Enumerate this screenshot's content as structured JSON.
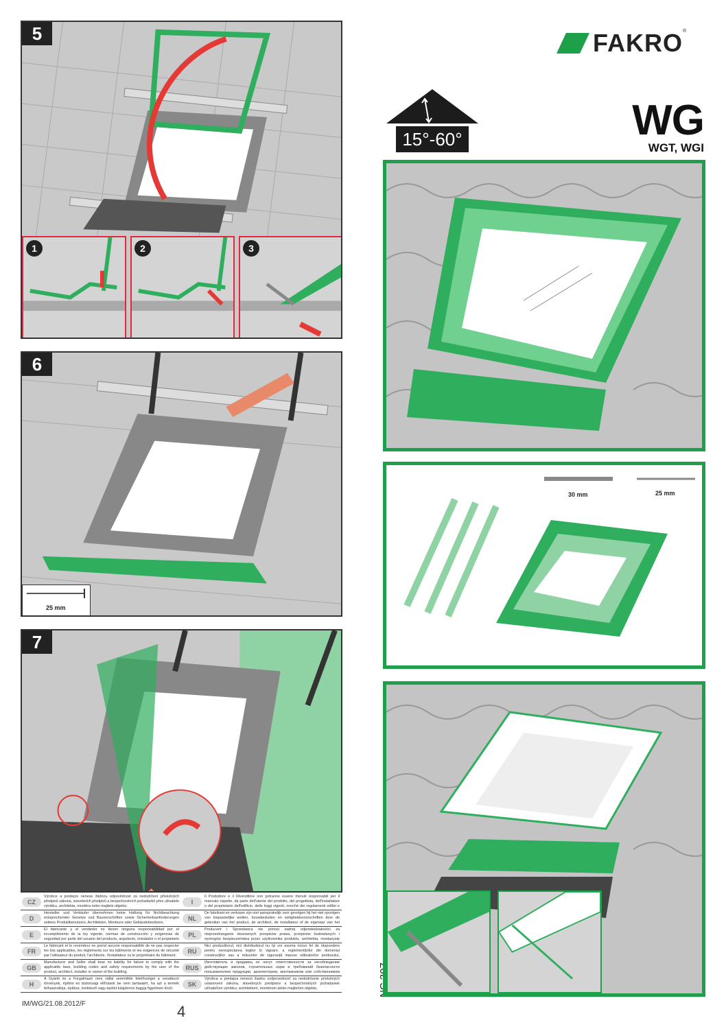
{
  "brand": {
    "logo_text": "FAKRO",
    "registered": "®",
    "accent": "#1ea04a"
  },
  "product": {
    "title": "WG",
    "subtitle": "WGT, WGI"
  },
  "roof_pitch": "15°-60°",
  "steps": [
    {
      "number": "5",
      "substeps": [
        "1",
        "2",
        "3"
      ]
    },
    {
      "number": "6",
      "nail_length": "25 mm"
    },
    {
      "number": "7"
    }
  ],
  "kit": {
    "screw_length": "30 mm",
    "nail_length": "25 mm"
  },
  "disclaimers": [
    [
      {
        "code": "CZ",
        "text": "Výrobce a prodejce nenese žádnou odpovědnost za nedodržení příslušných předpisů zákona, stavebních předpisů a bezpečnostních požadavků přes uživatele výrobku, architekta, montéra nebo majitele objektu."
      },
      {
        "code": "I",
        "text": "Il Produttore e il Rivenditore non potranno essere ritenuti responsabili per il mancato rispetto, da parte dell'utente del prodotto, del progettista, dell'installatore o del proprietario dell'edificio, delle leggi vigenti, nonché dei regolamenti edilizi e dei requisiti di sicurezza."
      }
    ],
    [
      {
        "code": "D",
        "text": "Hersteller und Verkäufer übernehmen keine Haftung für Nichtbeachtung entsprechender Gesetze und Bauvorschriften sowie Sicherheitsanforderungen seitens Produktbenutzers, Architekten, Monteurs oder Gebäudebesitzers."
      },
      {
        "code": "NL",
        "text": "De fabrikant en verkoper zijn niet aansprakelijk voor gevolgen bij het niet opvolgen van toepasselijke wetten, bouwbesluiten en veiligheidsvoorschriften door de gebruiker van het product, de architect, de installateur of de eigenaar van het gebouw."
      }
    ],
    [
      {
        "code": "E",
        "text": "El fabricante y el vendedor no tienen ninguna responsabilidad por el incumplimiento de la ley vigente, normas de construcción y exigencias de seguridad por parte del usuario del producto, arquitecto, instalador o el propietario del edificio."
      },
      {
        "code": "PL",
        "text": "Producent i Sprzedawca nie ponosi żadnej odpowiedzialności za nieprzestrzeganie stosownych przepisów prawa, przepisów budowlanych i wymogów bezpieczeństwa przez użytkownika produktu, architekta, montażystę lub właściciela budynku."
      }
    ],
    [
      {
        "code": "FR",
        "text": "Le fabricant et le revendeur ne prend aucune responsabilité de ne pas respecter les lois applicables, les règlements sur les bâtiments et les exigences de sécurité par l'utilisateur du produit, l'architecte, l'installateur ou le propriétaire du bâtiment."
      },
      {
        "code": "RU",
        "text": "Nici producătorul, nici distribuitorul nu își vor asuma niciun fel de răspundere pentru nerespectarea legilor în vigoare, a reglementărilor din domeniul construcțiilor sau a măsurilor de siguranță impuse utilizatorilor produsului, arhitecților, montatorilor sau proprietarilor clădirii."
      }
    ],
    [
      {
        "code": "GB",
        "text": "Manufacturer and Seller shall bear no liability for failure to comply with the applicable laws, building codes and safety requirements by the user of the product, architect, installer or owner of the building."
      },
      {
        "code": "RUS",
        "text": "Изготовитель и продавец не несут ответственности за несоблюдение действующих законов, строительных норм и требований безопасности пользователем продукции, архитектором, монтажником или собственником здания."
      }
    ],
    [
      {
        "code": "H",
        "text": "A Gyártó és a Forgalmazó nem vállal semmiféle felelősséget a vonatkozó törvények, építési és biztonsági előírások be nem tartásáért, ha azt a termék felhasználója, építész, kivitelező vagy épület tulajdonos hagyja figyelmen kívül."
      },
      {
        "code": "SK",
        "text": "Výrobca a predajca nenesú žiadnu zodpovednosť za nedodržanie príslušných ustanovení zákona, stavebných predpisov a bezpečnostných požiadaviek užívateľom výrobku, architektom, montérom alebo majiteľom objektu."
      }
    ]
  ],
  "footer": {
    "doc_code": "IM/WG/21.08.2012/F",
    "page": "4",
    "side_code": "NC 307"
  }
}
